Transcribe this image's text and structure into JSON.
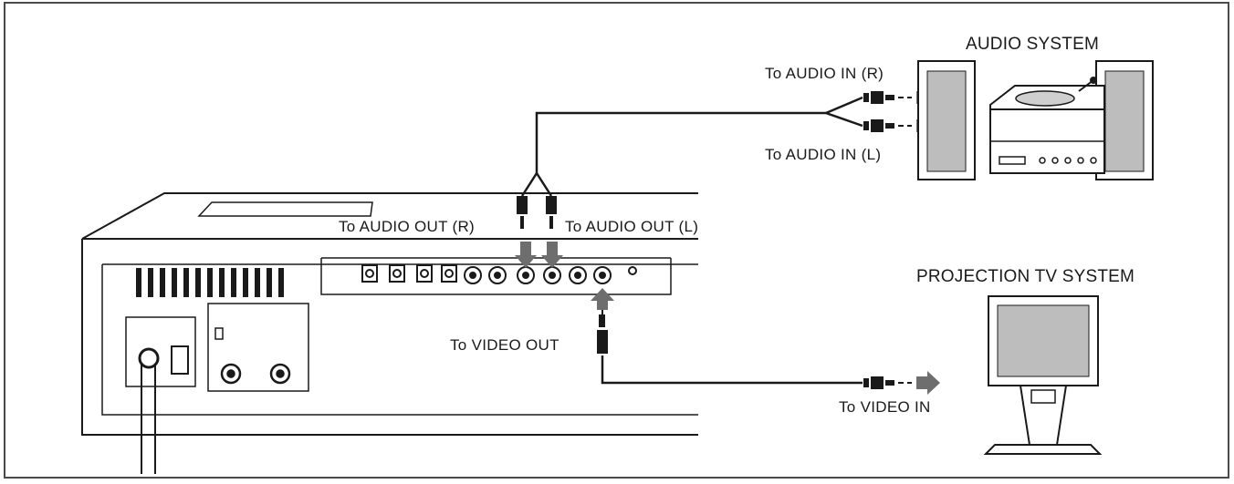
{
  "devices": {
    "audio_system": {
      "name": "AUDIO SYSTEM"
    },
    "projection_tv": {
      "name": "PROJECTION TV SYSTEM"
    }
  },
  "connections": {
    "audio_in_r": "To AUDIO IN (R)",
    "audio_in_l": "To AUDIO IN (L)",
    "audio_out_r": "To AUDIO OUT (R)",
    "audio_out_l": "To AUDIO OUT (L)",
    "video_out": "To VIDEO OUT",
    "video_in": "To VIDEO IN"
  },
  "colors": {
    "ink": "#1a1a1a",
    "arrow": "#6e6e6e",
    "screen": "#bdbdbd",
    "border": "#4a4a4a"
  }
}
